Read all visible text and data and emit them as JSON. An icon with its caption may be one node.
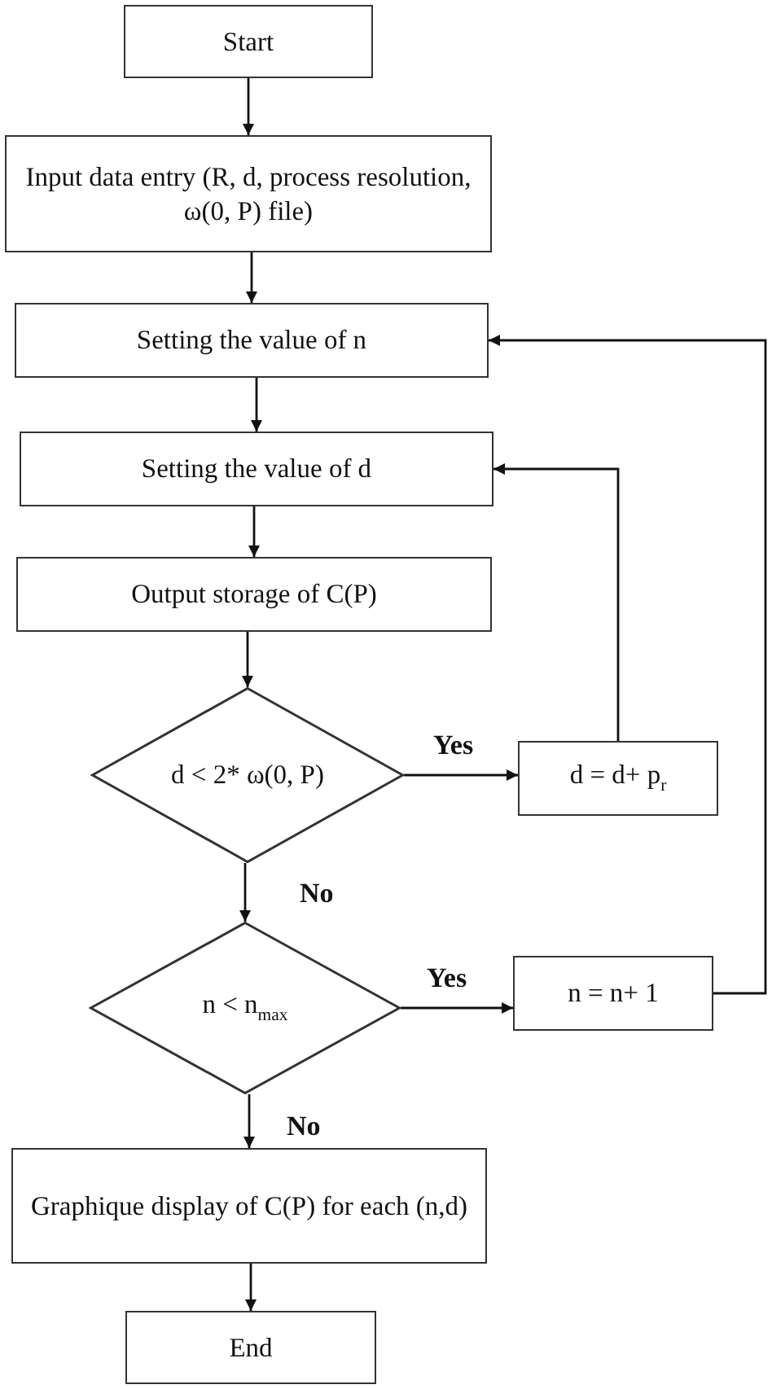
{
  "diagram": {
    "nodes": [
      {
        "text": [
          "Start"
        ]
      },
      {
        "text": [
          "Input data entry (R, d, process resolution, ω(0, P) file)"
        ]
      },
      {
        "text": [
          "Setting the value of n"
        ]
      },
      {
        "text": [
          "Setting the value of d"
        ]
      },
      {
        "text": [
          "Output storage of C(P)"
        ]
      },
      {
        "text": [
          "d < 2* ω(0, P)"
        ]
      },
      {
        "text": [
          "d = d+ p$_{r}$"
        ]
      },
      {
        "text": [
          "n < n$_{max}$"
        ]
      },
      {
        "text": [
          "n = n+ 1"
        ]
      },
      {
        "text": [
          "Graphique display of C(P) for each (n,d)"
        ]
      },
      {
        "text": [
          "End"
        ]
      }
    ],
    "edges": [
      {
        "from": 0,
        "to": 1,
        "arrow": "to"
      },
      {
        "from": 1,
        "to": 2,
        "arrow": "to"
      },
      {
        "from": 2,
        "to": 3,
        "arrow": "to"
      },
      {
        "from": 3,
        "to": 4,
        "arrow": "to"
      },
      {
        "from": 4,
        "to": 5,
        "arrow": "to"
      },
      {
        "from": 5,
        "to": 6,
        "arrow": "to",
        "label": "Yes"
      },
      {
        "from": 5,
        "to": 7,
        "arrow": "to",
        "label": "No"
      },
      {
        "from": 7,
        "to": 8,
        "arrow": "to",
        "label": "Yes"
      },
      {
        "from": 7,
        "to": 9,
        "arrow": "to",
        "label": "No"
      },
      {
        "from": 9,
        "to": 10,
        "arrow": "to"
      },
      {
        "from": 6,
        "to": 3,
        "arrow": "to"
      },
      {
        "from": 8,
        "to": 2,
        "arrow": "to"
      }
    ]
  }
}
